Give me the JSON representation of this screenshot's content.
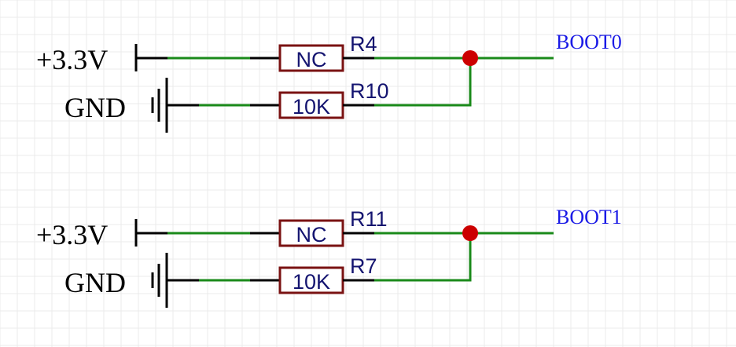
{
  "colors": {
    "wire": "#1a8a1a",
    "resistor_outline": "#7a1212",
    "junction": "#cc0000",
    "net_label": "#1a1ae6",
    "designator_text": "#141470",
    "grid": "#ebebeb"
  },
  "circuits": [
    {
      "net": "BOOT0",
      "pullup": {
        "supply": "+3.3V",
        "designator": "R4",
        "value": "NC"
      },
      "pulldown": {
        "supply": "GND",
        "designator": "R10",
        "value": "10K"
      }
    },
    {
      "net": "BOOT1",
      "pullup": {
        "supply": "+3.3V",
        "designator": "R11",
        "value": "NC"
      },
      "pulldown": {
        "supply": "GND",
        "designator": "R7",
        "value": "10K"
      }
    }
  ]
}
